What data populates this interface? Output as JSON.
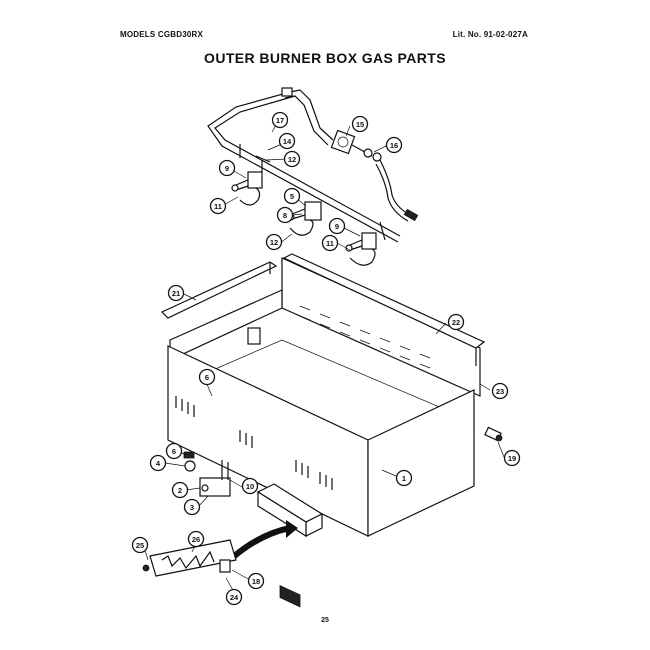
{
  "header": {
    "model": "MODELS CGBD30RX",
    "lit_no": "Lit. No. 91-02-027A"
  },
  "title": "OUTER BURNER BOX GAS PARTS",
  "page_number": "25",
  "callouts": [
    {
      "id": "17",
      "label": "17"
    },
    {
      "id": "15",
      "label": "15"
    },
    {
      "id": "14",
      "label": "14"
    },
    {
      "id": "16",
      "label": "16"
    },
    {
      "id": "12a",
      "label": "12"
    },
    {
      "id": "9a",
      "label": "9"
    },
    {
      "id": "5",
      "label": "5"
    },
    {
      "id": "11a",
      "label": "11"
    },
    {
      "id": "8",
      "label": "8"
    },
    {
      "id": "9b",
      "label": "9"
    },
    {
      "id": "12b",
      "label": "12"
    },
    {
      "id": "11b",
      "label": "11"
    },
    {
      "id": "21",
      "label": "21"
    },
    {
      "id": "22",
      "label": "22"
    },
    {
      "id": "6a",
      "label": "6"
    },
    {
      "id": "23",
      "label": "23"
    },
    {
      "id": "6b",
      "label": "6"
    },
    {
      "id": "4",
      "label": "4"
    },
    {
      "id": "19",
      "label": "19"
    },
    {
      "id": "1",
      "label": "1"
    },
    {
      "id": "2",
      "label": "2"
    },
    {
      "id": "10",
      "label": "10"
    },
    {
      "id": "3",
      "label": "3"
    },
    {
      "id": "26",
      "label": "26"
    },
    {
      "id": "25",
      "label": "25"
    },
    {
      "id": "18",
      "label": "18"
    },
    {
      "id": "24",
      "label": "24"
    }
  ]
}
